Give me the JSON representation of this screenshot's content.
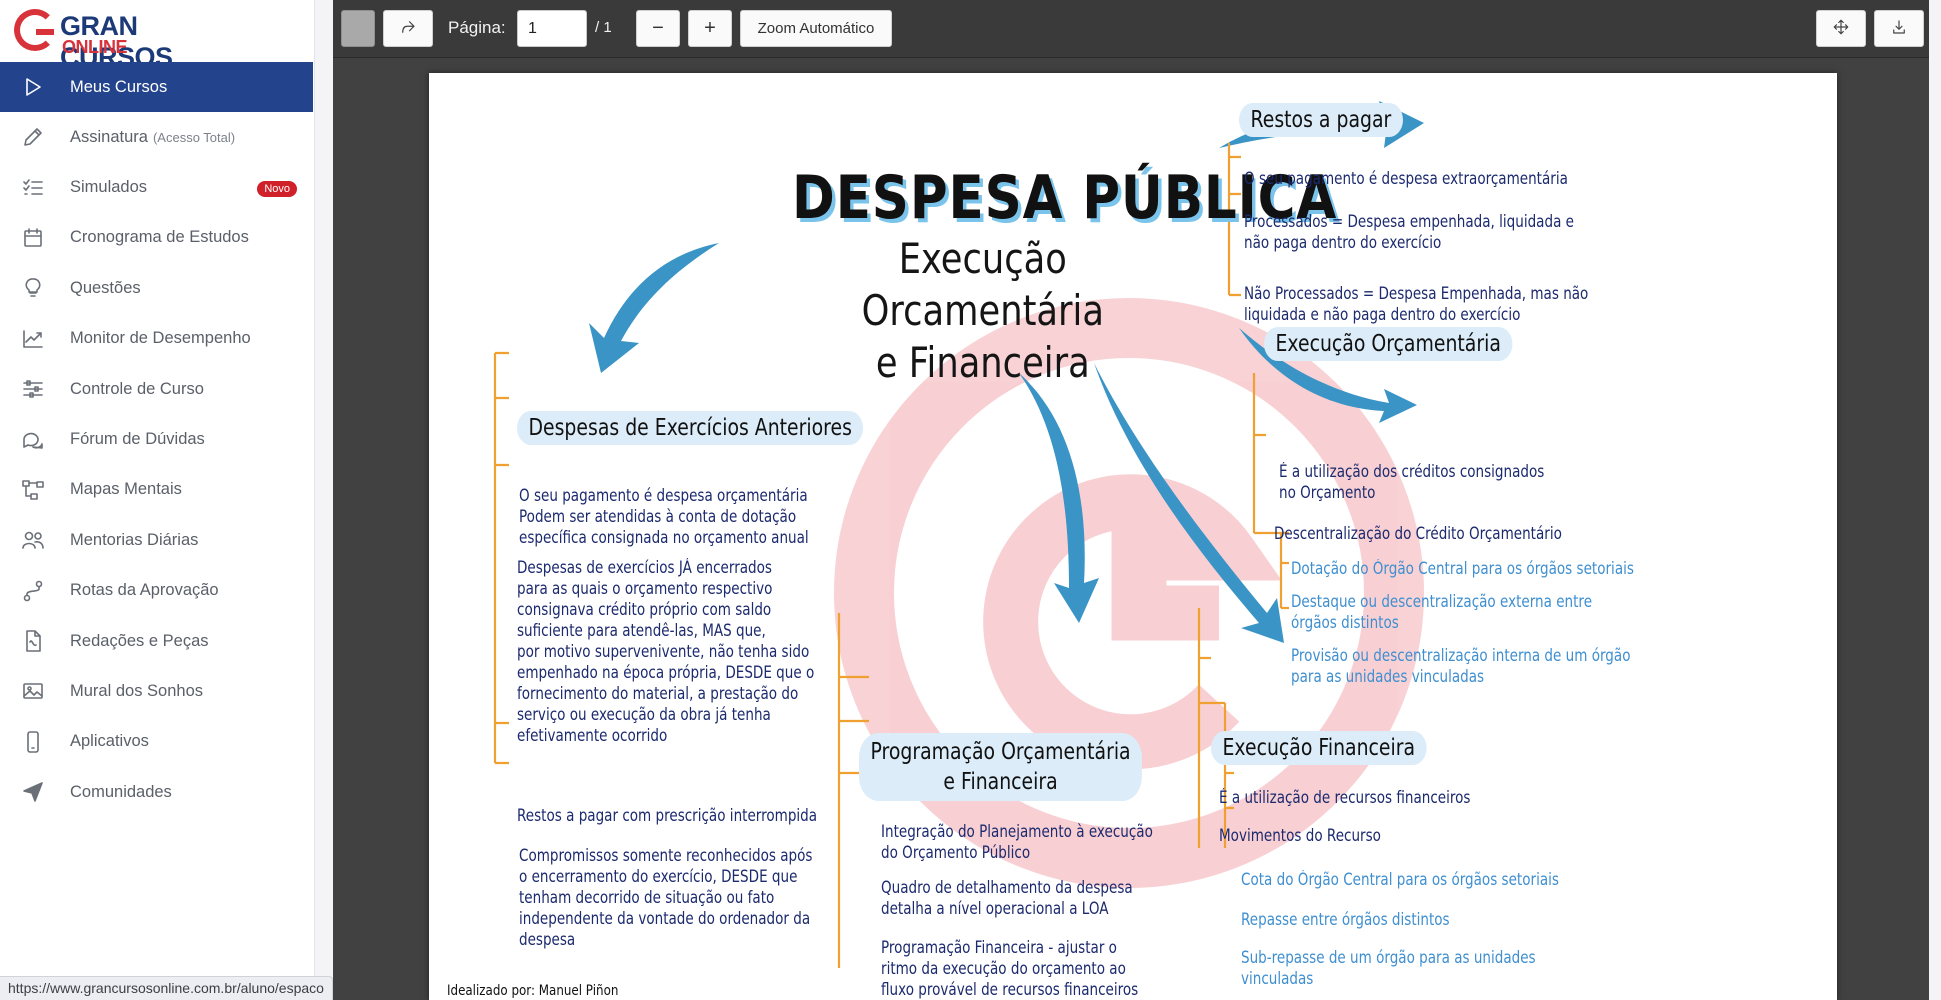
{
  "colors": {
    "brand_blue": "#23438c",
    "brand_red": "#d8333a",
    "badge_red": "#d0202a",
    "toolbar": "#3a3a3a",
    "map_orange": "#f0a030",
    "map_arrow": "#3a94c6"
  },
  "logo": {
    "line1": "GRAN CURSOS",
    "line2": "ONLINE"
  },
  "sidebar": {
    "items": [
      {
        "label": "Meus Cursos",
        "icon": "play-icon",
        "active": true
      },
      {
        "label": "Assinatura",
        "sub": "(Acesso Total)",
        "icon": "pencil-icon"
      },
      {
        "label": "Simulados",
        "icon": "checklist-icon",
        "badge": "Novo"
      },
      {
        "label": "Cronograma de Estudos",
        "icon": "calendar-icon"
      },
      {
        "label": "Questões",
        "icon": "lightbulb-icon"
      },
      {
        "label": "Monitor de Desempenho",
        "icon": "trend-chart-icon"
      },
      {
        "label": "Controle de Curso",
        "icon": "sliders-icon"
      },
      {
        "label": "Fórum de Dúvidas",
        "icon": "chat-bubbles-icon"
      },
      {
        "label": "Mapas Mentais",
        "icon": "mindmap-icon"
      },
      {
        "label": "Mentorias Diárias",
        "icon": "users-icon"
      },
      {
        "label": "Rotas da Aprovação",
        "icon": "route-icon"
      },
      {
        "label": "Redações e Peças",
        "icon": "pdf-file-icon"
      },
      {
        "label": "Mural dos Sonhos",
        "icon": "image-icon"
      },
      {
        "label": "Aplicativos",
        "icon": "smartphone-icon"
      },
      {
        "label": "Comunidades",
        "icon": "send-icon"
      }
    ]
  },
  "status_bar": {
    "url": "https://www.grancursosonline.com.br/aluno/espaco"
  },
  "toolbar": {
    "page_label": "Página:",
    "page_value": "1",
    "page_total": "/ 1",
    "zoom_out": "−",
    "zoom_in": "+",
    "zoom_mode": "Zoom Automático"
  },
  "document": {
    "title": "DESPESA PÚBLICA",
    "subtitle": "Execução Orcamentária\ne Financeira",
    "sections": {
      "restos": {
        "heading": "Restos a pagar",
        "items": [
          "O seu pagamento é despesa extraorçamentária",
          "Processados = Despesa empenhada, liquidada e\nnão paga dentro do exercício",
          "Não Processados = Despesa Empenhada, mas não\nliquidada e não paga dentro do exercício"
        ]
      },
      "exec_orc": {
        "heading": "Execução Orçamentária",
        "items": [
          "É a utilização dos créditos consignados\nno Orçamento",
          "Descentralização do Crédito Orçamentário"
        ],
        "subitems": [
          "Dotação do Órgão Central para os órgãos setoriais",
          "Destaque ou descentralização externa entre\nórgãos distintos",
          "Provisão ou descentralização interna de um órgão\npara as unidades vinculadas"
        ]
      },
      "anteriores": {
        "heading": "Despesas de Exercícios Anteriores",
        "items": [
          "O seu pagamento é despesa orçamentária\nPodem ser atendidas à conta de dotação\nespecífica consignada no orçamento anual",
          "Despesas de exercícios JÁ encerrados\npara as quais o orçamento respectivo\nconsignava crédito próprio com saldo\nsuficiente para atendê-las, MAS que,\npor motivo supervenivente, não tenha sido\nempenhado na época própria, DESDE que o\nfornecimento do material, a prestação do\nserviço ou execução da obra já tenha\nefetivamente ocorrido",
          "Restos a pagar com prescrição interrompida",
          "Compromissos somente reconhecidos após\no encerramento do exercício, DESDE que\ntenham decorrido de situação ou fato\nindependente da vontade do ordenador da\ndespesa"
        ]
      },
      "programacao": {
        "heading": "Programação Orçamentária\ne Financeira",
        "items": [
          "Integração do Planejamento à execução\ndo Orçamento Público",
          "Quadro de detalhamento da despesa\ndetalha a nível operacional a LOA",
          "Programação Financeira - ajustar o\nritmo da execução do orçamento ao\nfluxo provável de recursos financeiros"
        ]
      },
      "exec_fin": {
        "heading": "Execução Financeira",
        "items": [
          "É a utilização de recursos financeiros",
          "Movimentos do Recurso"
        ],
        "subitems": [
          "Cota do Órgão Central para os órgãos setoriais",
          "Repasse entre órgãos distintos",
          "Sub-repasse de um órgão para as unidades\nvinculadas"
        ]
      }
    },
    "footer": "Idealizado por: Manuel Piñon"
  }
}
